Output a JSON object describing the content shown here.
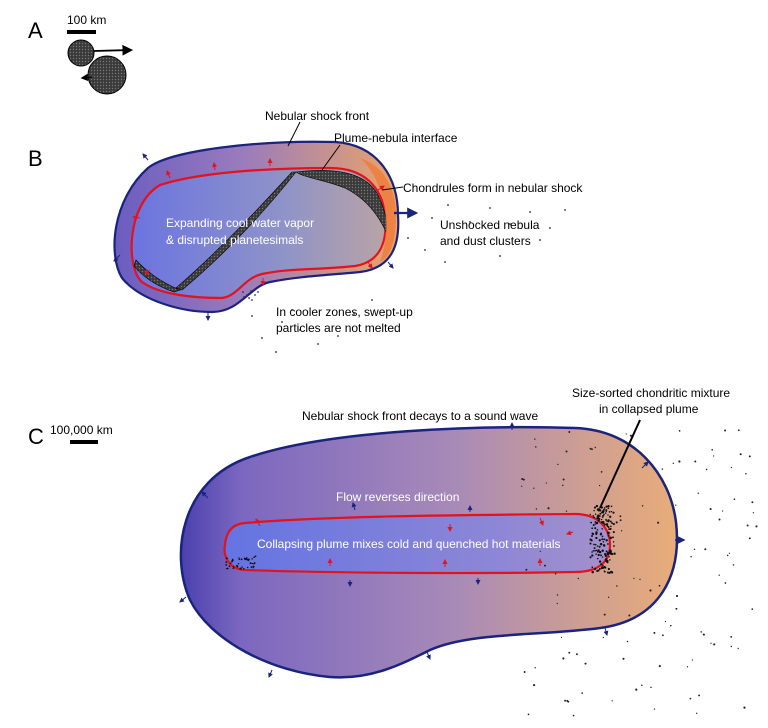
{
  "panel_a": {
    "letter": "A",
    "scale_label": "100 km"
  },
  "panel_b": {
    "letter": "B",
    "labels": {
      "shock_front": "Nebular shock front",
      "interface": "Plume-nebula interface",
      "chondrules": "Chondrules form in nebular shock",
      "unshocked_1": "Unshocked nebula",
      "unshocked_2": "and dust clusters",
      "inner_1": "Expanding cool water vapor",
      "inner_2": "& disrupted planetesimals",
      "cooler_1": "In cooler zones, swept-up",
      "cooler_2": "particles are not melted"
    }
  },
  "panel_c": {
    "letter": "C",
    "scale_label": "100,000 km",
    "labels": {
      "sorted_1": "Size-sorted chondritic mixture",
      "sorted_2": "in collapsed plume",
      "decay": "Nebular shock front decays to a sound wave",
      "reverse": "Flow reverses direction",
      "collapse": "Collapsing plume mixes cold and quenched hot materials"
    }
  },
  "colors": {
    "outline_blue": "#1a237e",
    "interface_red": "#e3121b",
    "plume_blue": "#6f7fd8",
    "envelope_violet": "#8c72c2",
    "envelope_tan": "#e2a86f"
  }
}
